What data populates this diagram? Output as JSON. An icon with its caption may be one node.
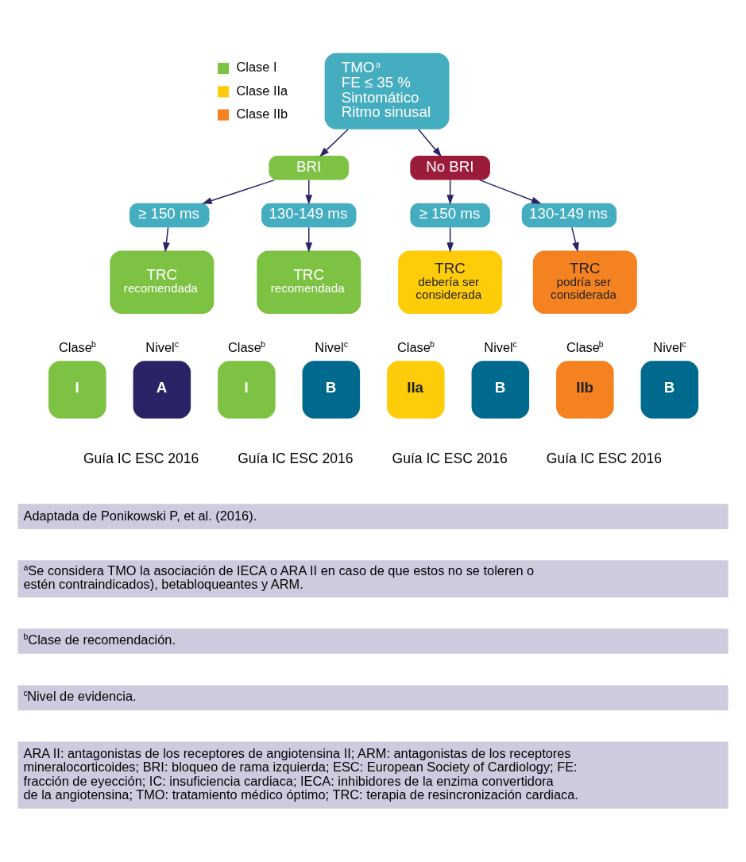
{
  "diagram": {
    "nodes": [
      {
        "text": [
          "TMO$^{a}$",
          "FE ≤ 35 %",
          "Sintomático",
          "Ritmo sinusal"
        ]
      },
      {
        "text": [
          "BRI"
        ]
      },
      {
        "text": [
          "No BRI"
        ]
      },
      {
        "text": [
          "≥ 150 ms"
        ]
      },
      {
        "text": [
          "130-149 ms"
        ]
      },
      {
        "text": [
          "≥ 150 ms"
        ]
      },
      {
        "text": [
          "130-149 ms"
        ]
      },
      {
        "text": [
          "TRC",
          "recomendada"
        ]
      },
      {
        "text": [
          "TRC",
          "recomendada"
        ]
      },
      {
        "text": [
          "TRC",
          "debería ser considerada"
        ]
      },
      {
        "text": [
          "TRC",
          "podría ser considerada"
        ]
      },
      {
        "text": [
          "I"
        ],
        "beside": [
          "Clase$^{b}$"
        ]
      },
      {
        "text": [
          "A"
        ],
        "beside": [
          "Nivel$^{c}$"
        ]
      },
      {
        "text": [
          "I"
        ],
        "beside": [
          "Clase$^{b}$"
        ]
      },
      {
        "text": [
          "B"
        ],
        "beside": [
          "Nivel$^{c}$"
        ]
      },
      {
        "text": [
          "IIa"
        ],
        "beside": [
          "Clase$^{b}$"
        ]
      },
      {
        "text": [
          "B"
        ],
        "beside": [
          "Nivel$^{c}$"
        ]
      },
      {
        "text": [
          "IIb"
        ],
        "beside": [
          "Clase$^{b}$"
        ]
      },
      {
        "text": [
          "B"
        ],
        "beside": [
          "Nivel$^{c}$"
        ]
      }
    ],
    "edges": [
      {
        "from": 0,
        "to": 1,
        "arrow": "to"
      },
      {
        "from": 0,
        "to": 2,
        "arrow": "to"
      },
      {
        "from": 1,
        "to": 3,
        "arrow": "to"
      },
      {
        "from": 1,
        "to": 4,
        "arrow": "to"
      },
      {
        "from": 2,
        "to": 5,
        "arrow": "to"
      },
      {
        "from": 2,
        "to": 6,
        "arrow": "to"
      },
      {
        "from": 3,
        "to": 7,
        "arrow": "to"
      },
      {
        "from": 4,
        "to": 8,
        "arrow": "to"
      },
      {
        "from": 5,
        "to": 9,
        "arrow": "to"
      },
      {
        "from": 6,
        "to": 10,
        "arrow": "to"
      }
    ],
    "labels": [
      "Guía IC ESC 2016",
      "Guía IC ESC 2016",
      "Guía IC ESC 2016",
      "Guía IC ESC 2016",
      "Adaptada de Ponikowski P, et al. (2016).",
      "$^{a}$Se considera TMO la asociación de IECA o ARA II en caso de que estos no se toleren o estén contraindicados), betabloqueantes y ARM.",
      "$^{b}$Clase de recomendación.",
      "$^{c}$Nivel de evidencia.",
      "ARA II: antagonistas de los receptores de angiotensina II; ARM: antagonistas de los receptores mineralocorticoides; BRI: bloqueo de rama izquierda; ESC: European Society of Cardiology; FE: fracción de eyección; IC: insuficiencia cardiaca; IECA: inhibidores de la enzima convertidora de la angiotensina; TMO: tratamiento médico óptimo; TRC: terapia de resincronización cardiaca."
    ],
    "legend": [
      {
        "text": "Clase I",
        "color": "#7dc242"
      },
      {
        "text": "Clase IIa",
        "color": "#ffcc0a"
      },
      {
        "text": "Clase IIb",
        "color": "#f58220"
      }
    ]
  }
}
